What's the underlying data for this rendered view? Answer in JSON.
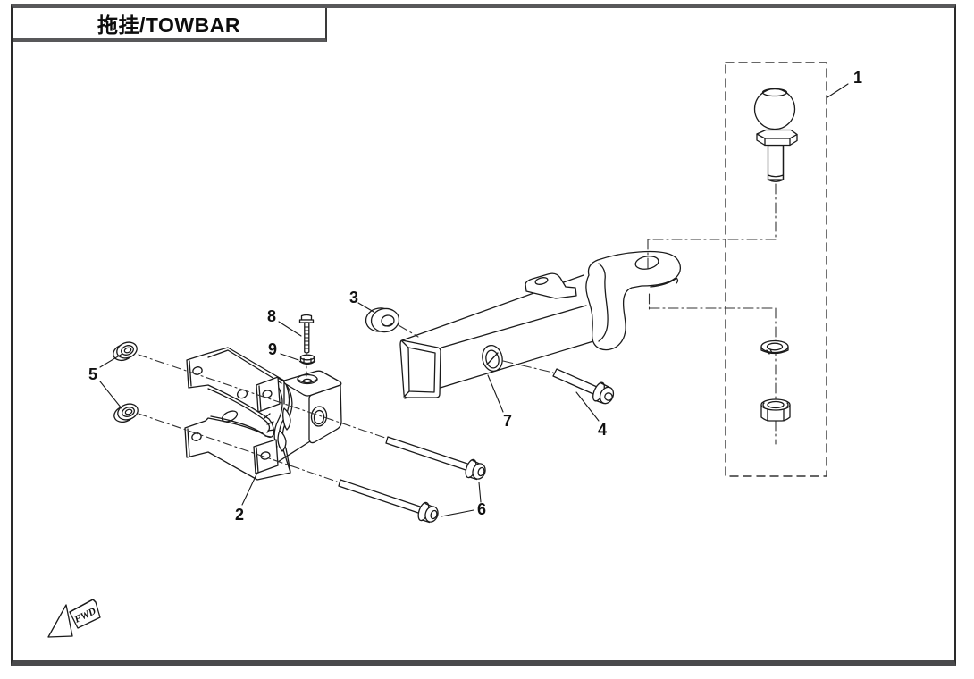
{
  "title_block": {
    "label": "拖挂/TOWBAR"
  },
  "direction_indicator": {
    "label": "FWD"
  },
  "diagram": {
    "callouts": [
      {
        "number": "1"
      },
      {
        "number": "2"
      },
      {
        "number": "3"
      },
      {
        "number": "4"
      },
      {
        "number": "5"
      },
      {
        "number": "6"
      },
      {
        "number": "7"
      },
      {
        "number": "8"
      },
      {
        "number": "9"
      }
    ],
    "colors": {
      "line": "#1a1a1a",
      "frame": "#57575a",
      "background": "#ffffff"
    }
  }
}
